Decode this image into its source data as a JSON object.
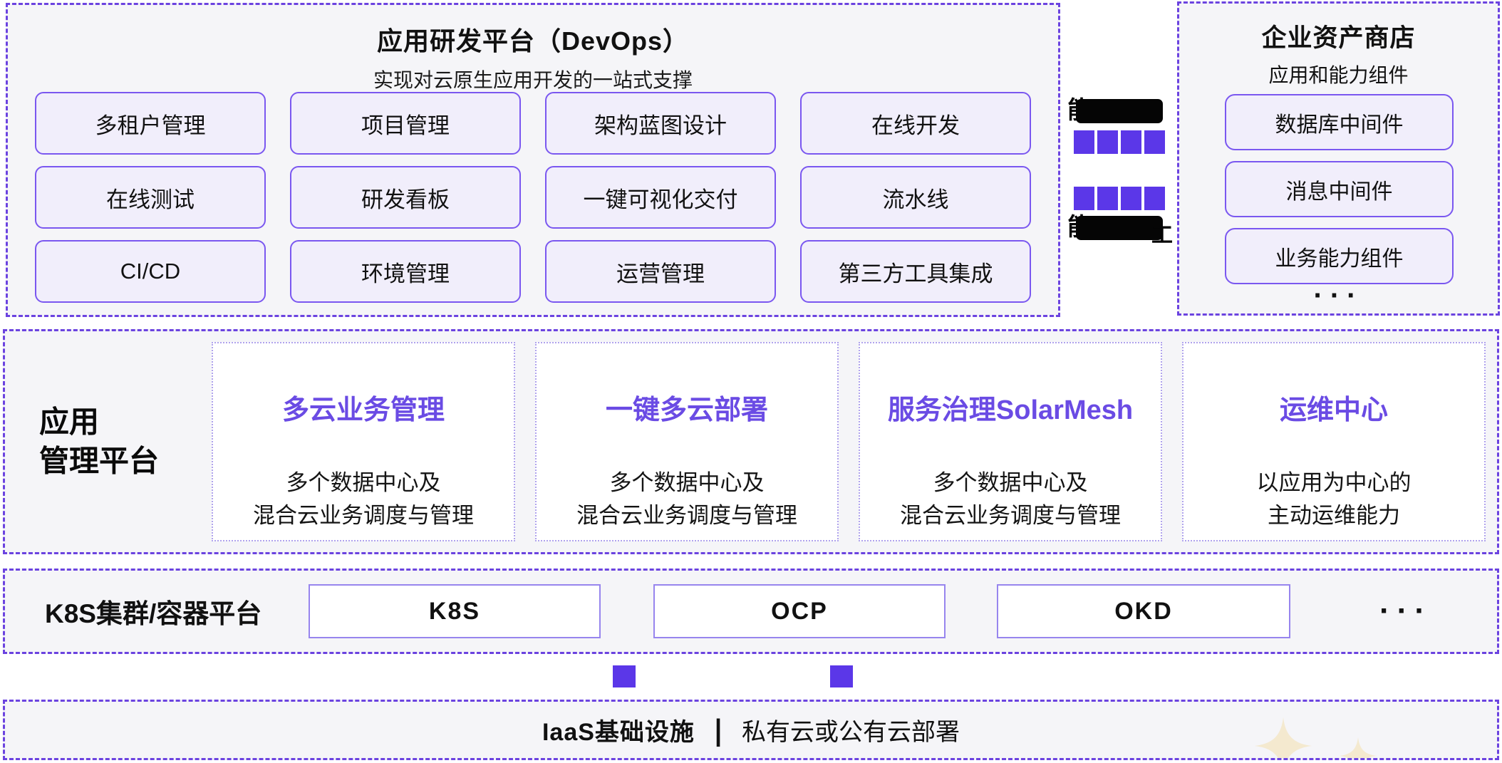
{
  "colors": {
    "dashed_border": "#6b43e0",
    "chip_border": "#7a57f0",
    "chip_bg": "#f1eefb",
    "panel_bg": "#f5f5f8",
    "card_title_purple": "#6a4be4",
    "square_purple": "#5b37e8",
    "sparkle_yellow": "#f4e9cf",
    "text": "#111111"
  },
  "devops_panel": {
    "title": "应用研发平台（DevOps）",
    "subtitle": "实现对云原生应用开发的一站式支撑",
    "buttons": [
      "多租户管理",
      "项目管理",
      "架构蓝图设计",
      "在线开发",
      "在线测试",
      "研发看板",
      "一键可视化交付",
      "流水线",
      "CI/CD",
      "环境管理",
      "运营管理",
      "第三方工具集成"
    ]
  },
  "capability_strip": {
    "top_bar_char": "能",
    "bottom_bar_char": "能",
    "bottom_bar_tail": "工"
  },
  "asset_store": {
    "title": "企业资产商店",
    "subtitle": "应用和能力组件",
    "items": [
      "数据库中间件",
      "消息中间件",
      "业务能力组件"
    ],
    "more": "···"
  },
  "app_mgmt": {
    "label_line1": "应用",
    "label_line2": "管理平台",
    "cards": [
      {
        "title": "多云业务管理",
        "desc": [
          "多个数据中心及",
          "混合云业务调度与管理"
        ]
      },
      {
        "title": "一键多云部署",
        "desc": [
          "多个数据中心及",
          "混合云业务调度与管理"
        ]
      },
      {
        "title": "服务治理SolarMesh",
        "desc": [
          "多个数据中心及",
          "混合云业务调度与管理"
        ]
      },
      {
        "title": "运维中心",
        "desc": [
          "以应用为中心的",
          "主动运维能力"
        ]
      }
    ]
  },
  "k8s_band": {
    "label": "K8S集群/容器平台",
    "boxes": [
      "K8S",
      "OCP",
      "OKD"
    ],
    "more": "···"
  },
  "iaas_band": {
    "title": "IaaS基础设施",
    "divider": "|",
    "subtitle": "私有云或公有云部署"
  }
}
